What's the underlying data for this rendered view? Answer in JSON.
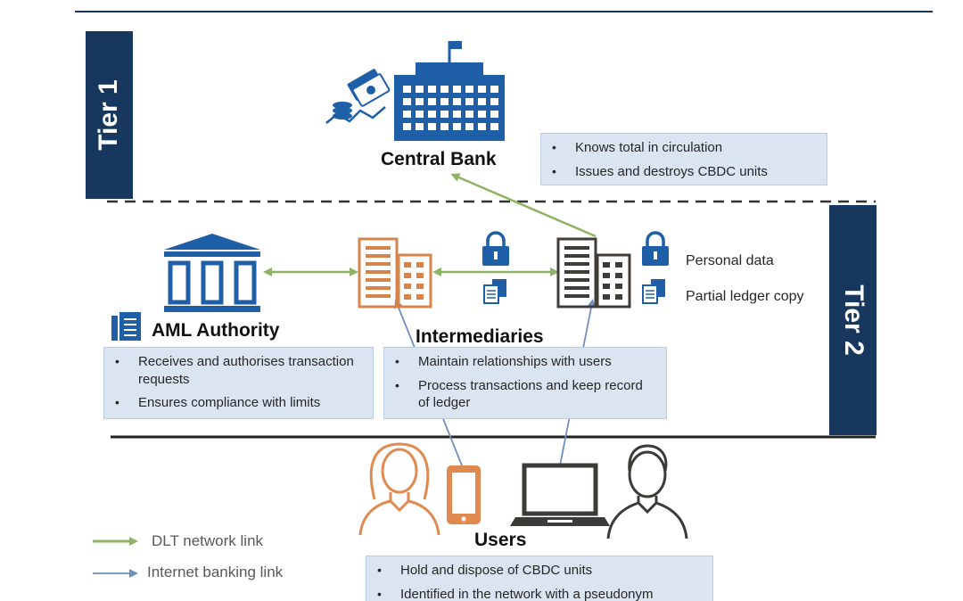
{
  "tiers": {
    "tier1": "Tier 1",
    "tier2": "Tier 2"
  },
  "nodes": {
    "central_bank": {
      "title": "Central Bank",
      "bullets": [
        "Knows total in circulation",
        "Issues and destroys CBDC units"
      ]
    },
    "aml": {
      "title": "AML Authority",
      "bullets": [
        "Receives and authorises transaction requests",
        "Ensures compliance with limits"
      ]
    },
    "intermediaries": {
      "title": "Intermediaries",
      "bullets": [
        "Maintain relationships with users",
        "Process transactions and keep record of ledger"
      ]
    },
    "users": {
      "title": "Users",
      "bullets": [
        "Hold and dispose of CBDC units",
        "Identified in the network with a pseudonym"
      ]
    }
  },
  "side_labels": {
    "personal_data": "Personal data",
    "partial_ledger": "Partial ledger copy"
  },
  "legend": {
    "dlt": "DLT network link",
    "internet": "Internet banking link"
  },
  "colors": {
    "tier_band": "#17375e",
    "icon_blue": "#1f5fa8",
    "intermediary_orange": "#d5844b",
    "intermediary_dark": "#403c38",
    "dlt_green": "#8cb464",
    "internet_blue": "#6f8fbf",
    "box_fill": "#dbe5f1",
    "user_orange": "#e08a50",
    "user_dark": "#3d3b38"
  },
  "icons": [
    "money-icon",
    "central-bank-building-icon",
    "courthouse-icon",
    "document-icon",
    "office-building-icon",
    "lock-icon",
    "copy-documents-icon",
    "woman-user-icon",
    "smartphone-icon",
    "laptop-icon",
    "man-user-icon"
  ]
}
